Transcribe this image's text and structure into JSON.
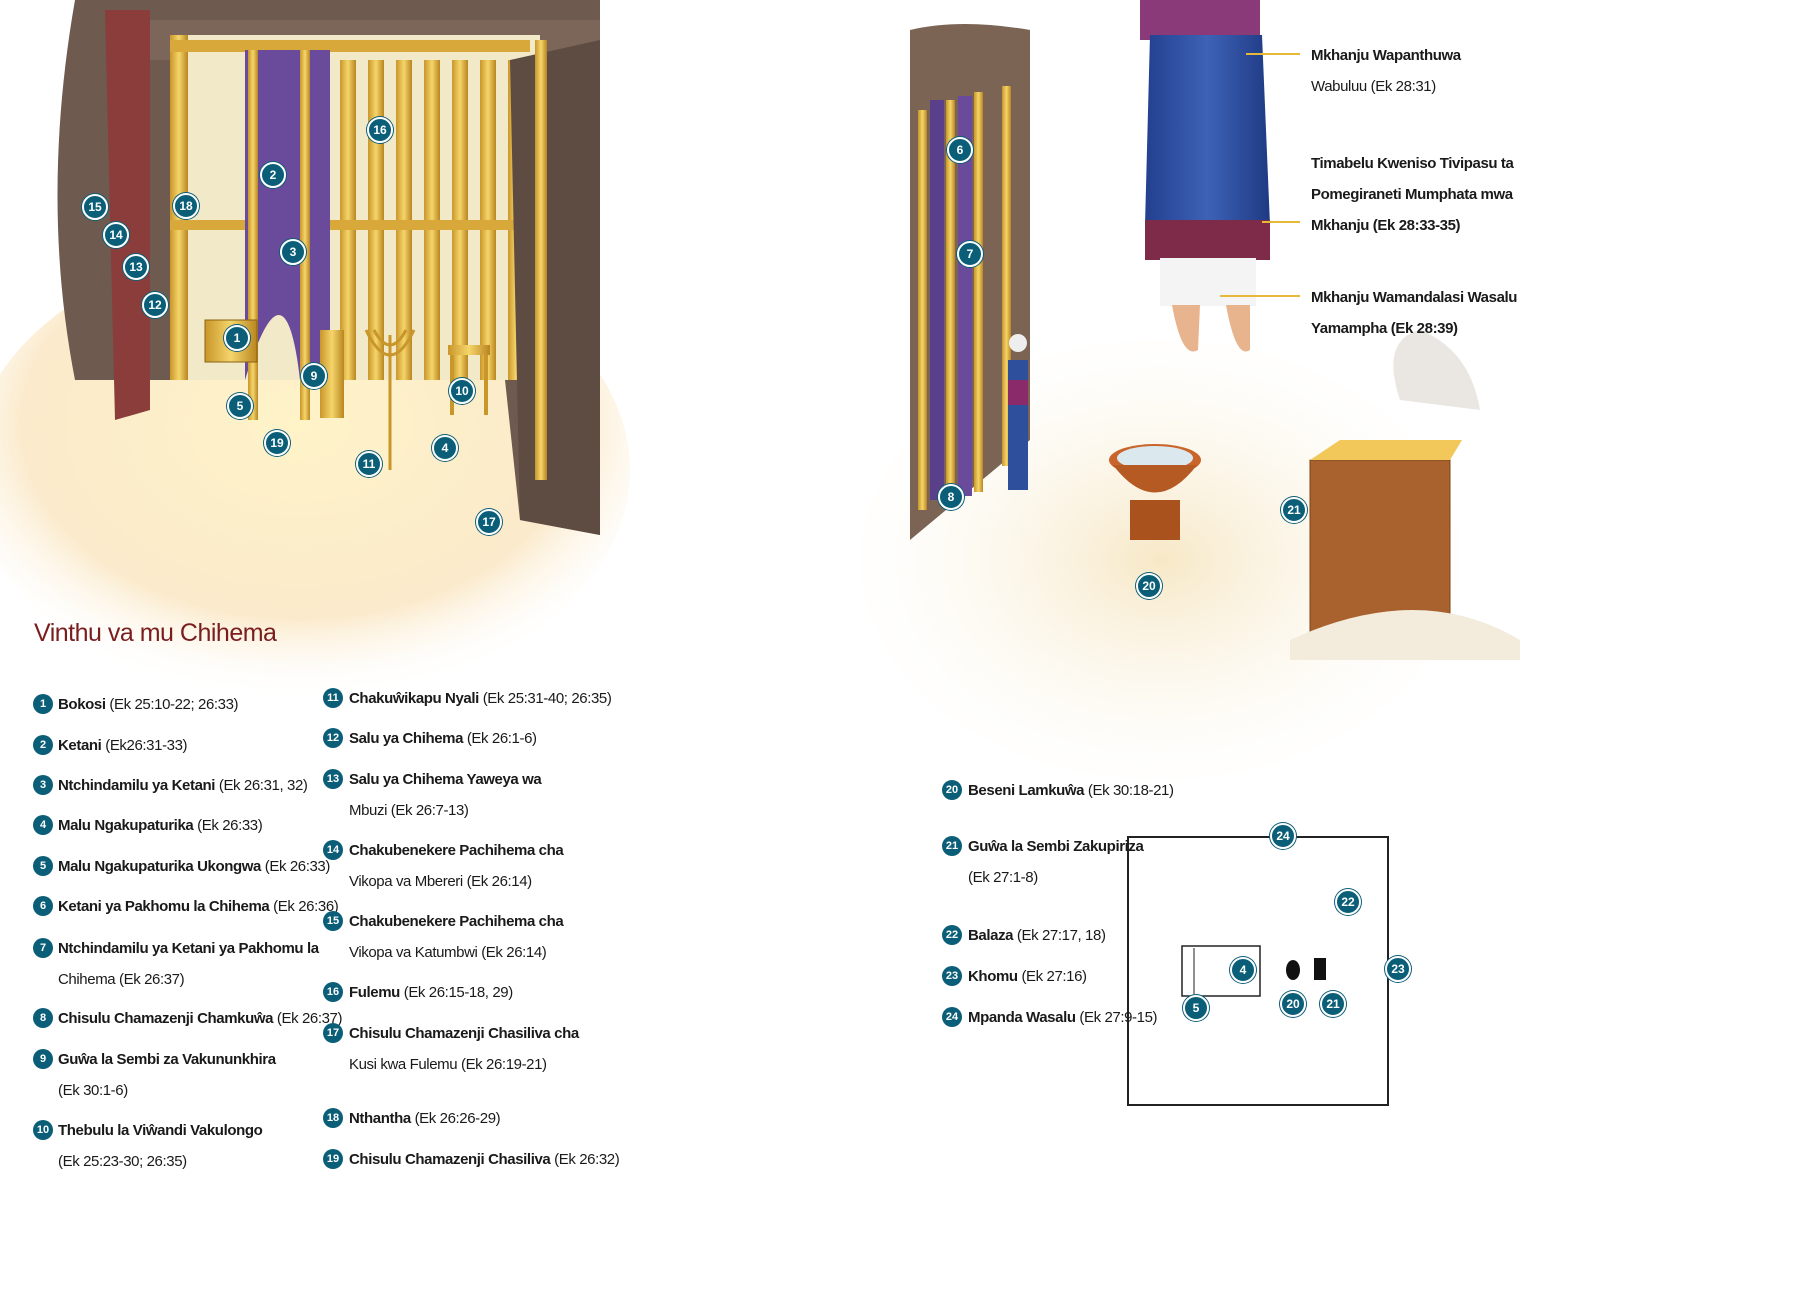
{
  "heading": "Vinthu va mu Chihema",
  "scene_badges": [
    "1",
    "2",
    "3",
    "4",
    "5",
    "6",
    "7",
    "8",
    "9",
    "10",
    "11",
    "12",
    "13",
    "14",
    "15",
    "16",
    "17",
    "19",
    "18",
    "20",
    "21"
  ],
  "legend_left": [
    {
      "n": "1",
      "name": "Bokosi",
      "ref": "(Ek 25:10-22; 26:33)",
      "line2": ""
    },
    {
      "n": "2",
      "name": "Ketani",
      "ref": "(Ek26:31-33)",
      "line2": ""
    },
    {
      "n": "3",
      "name": "Ntchindamilu ya Ketani",
      "ref": "(Ek 26:31, 32)",
      "line2": ""
    },
    {
      "n": "4",
      "name": "Malu Ngakupaturika",
      "ref": "(Ek 26:33)",
      "line2": ""
    },
    {
      "n": "5",
      "name": "Malu Ngakupaturika Ukongwa",
      "ref": "(Ek 26:33)",
      "line2": ""
    },
    {
      "n": "6",
      "name": "Ketani ya Pakhomu la Chihema",
      "ref": "(Ek 26:36)",
      "line2": ""
    },
    {
      "n": "7",
      "name": "Ntchindamilu ya Ketani ya Pakhomu la",
      "ref": "",
      "line2": "Chihema (Ek 26:37)"
    },
    {
      "n": "8",
      "name": "Chisulu Chamazenji Chamkuŵa",
      "ref": "(Ek 26:37)",
      "line2": ""
    },
    {
      "n": "9",
      "name": "Guŵa la Sembi za Vakununkhira",
      "ref": "",
      "line2": "(Ek 30:1-6)"
    },
    {
      "n": "10",
      "name": "Thebulu la Viŵandi Vakulongo",
      "ref": "",
      "line2": "(Ek 25:23-30; 26:35)"
    }
  ],
  "legend_mid": [
    {
      "n": "11",
      "name": "Chakuŵikapu Nyali",
      "ref": "(Ek 25:31-40; 26:35)",
      "line2": ""
    },
    {
      "n": "12",
      "name": "Salu ya Chihema",
      "ref": "(Ek 26:1-6)",
      "line2": ""
    },
    {
      "n": "13",
      "name": "Salu ya Chihema Yaweya wa",
      "ref": "",
      "line2": "Mbuzi (Ek 26:7-13)"
    },
    {
      "n": "14",
      "name": "Chakubenekere Pachihema cha",
      "ref": "",
      "line2": "Vikopa va Mbereri (Ek 26:14)"
    },
    {
      "n": "15",
      "name": "Chakubenekere Pachihema cha",
      "ref": "",
      "line2": "Vikopa va Katumbwi (Ek 26:14)"
    },
    {
      "n": "16",
      "name": "Fulemu",
      "ref": "(Ek 26:15-18, 29)",
      "line2": ""
    },
    {
      "n": "17",
      "name": "Chisulu Chamazenji Chasiliva cha",
      "ref": "",
      "line2": "Kusi kwa Fulemu (Ek 26:19-21)"
    },
    {
      "n": "18",
      "name": "Nthantha",
      "ref": "(Ek 26:26-29)",
      "line2": ""
    },
    {
      "n": "19",
      "name": "Chisulu Chamazenji Chasiliva",
      "ref": "(Ek 26:32)",
      "line2": ""
    }
  ],
  "legend_right": [
    {
      "n": "20",
      "name": "Beseni Lamkuŵa",
      "ref": "(Ek 30:18-21)",
      "line2": ""
    },
    {
      "n": "21",
      "name": "Guŵa la Sembi Zakupiriza",
      "ref": "",
      "line2": "(Ek 27:1-8)"
    },
    {
      "n": "22",
      "name": "Balaza",
      "ref": "(Ek 27:17, 18)",
      "line2": ""
    },
    {
      "n": "23",
      "name": "Khomu",
      "ref": "(Ek 27:16)",
      "line2": ""
    },
    {
      "n": "24",
      "name": "Mpanda Wasalu",
      "ref": "(Ek 27:9-15)",
      "line2": ""
    }
  ],
  "callouts": [
    {
      "l1": "Mkhanju Wapanthuwa",
      "l2": "Wabuluu (Ek 28:31)",
      "l3": ""
    },
    {
      "l1": "Timabelu Kweniso Tivipasu ta",
      "l2": "Pomegiraneti Mumphata mwa",
      "l3": "Mkhanju (Ek 28:33-35)"
    },
    {
      "l1": "Mkhanju Wamandalasi Wasalu",
      "l2": "Yamampha (Ek 28:39)",
      "l3": ""
    }
  ],
  "plan_badges": [
    "24",
    "22",
    "23",
    "4",
    "5",
    "20",
    "21"
  ],
  "colors": {
    "badge": "#0b5e78",
    "heading": "#7a1d1d",
    "gold": "#e7b93a",
    "curtain": "#6a4a9a",
    "tent": "#6e5a4e"
  }
}
